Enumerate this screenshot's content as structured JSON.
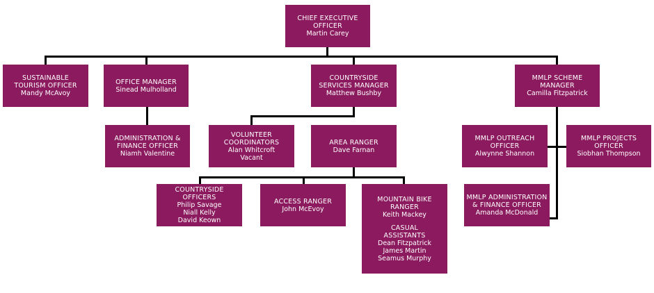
{
  "colors": {
    "box_fill": "#8c1a5e",
    "box_text": "#ffffff",
    "connector": "#000000"
  },
  "ceo": {
    "title": "CHIEF EXECUTIVE OFFICER",
    "name": "Martin Carey"
  },
  "sto": {
    "title": "SUSTAINABLE TOURISM OFFICER",
    "name": "Mandy McAvoy"
  },
  "office_manager": {
    "title": "OFFICE MANAGER",
    "name": "Sinead Mulholland"
  },
  "admin_finance": {
    "title": "ADMINISTRATION & FINANCE OFFICER",
    "name": "Niamh Valentine"
  },
  "countryside_manager": {
    "title": "COUNTRYSIDE SERVICES MANAGER",
    "name": "Matthew Bushby"
  },
  "volunteer": {
    "title": "VOLUNTEER COORDINATORS",
    "names": [
      "Alan Whitcroft",
      "Vacant"
    ]
  },
  "area_ranger": {
    "title": "AREA RANGER",
    "name": "Dave Farnan"
  },
  "countryside_officers": {
    "title": "COUNTRYSIDE OFFICERS",
    "names": [
      "Philip Savage",
      "Niall Kelly",
      "David Keown"
    ]
  },
  "access_ranger": {
    "title": "ACCESS RANGER",
    "name": "John McEvoy"
  },
  "mountain_bike": {
    "title": "MOUNTAIN BIKE RANGER",
    "name": "Keith Mackey",
    "casual_title": "CASUAL ASSISTANTS",
    "casual_names": [
      "Dean Fitzpatrick",
      "James Martin",
      "Seamus Murphy"
    ]
  },
  "mmlp_manager": {
    "title": "MMLP SCHEME MANAGER",
    "name": "Camilla Fitzpatrick"
  },
  "mmlp_outreach": {
    "title": "MMLP OUTREACH OFFICER",
    "name": "Alwynne Shannon"
  },
  "mmlp_projects": {
    "title": "MMLP PROJECTS OFFICER",
    "name": "Siobhan Thompson"
  },
  "mmlp_admin": {
    "title": "MMLP ADMINISTRATION & FINANCE OFFICER",
    "name": "Amanda McDonald"
  }
}
